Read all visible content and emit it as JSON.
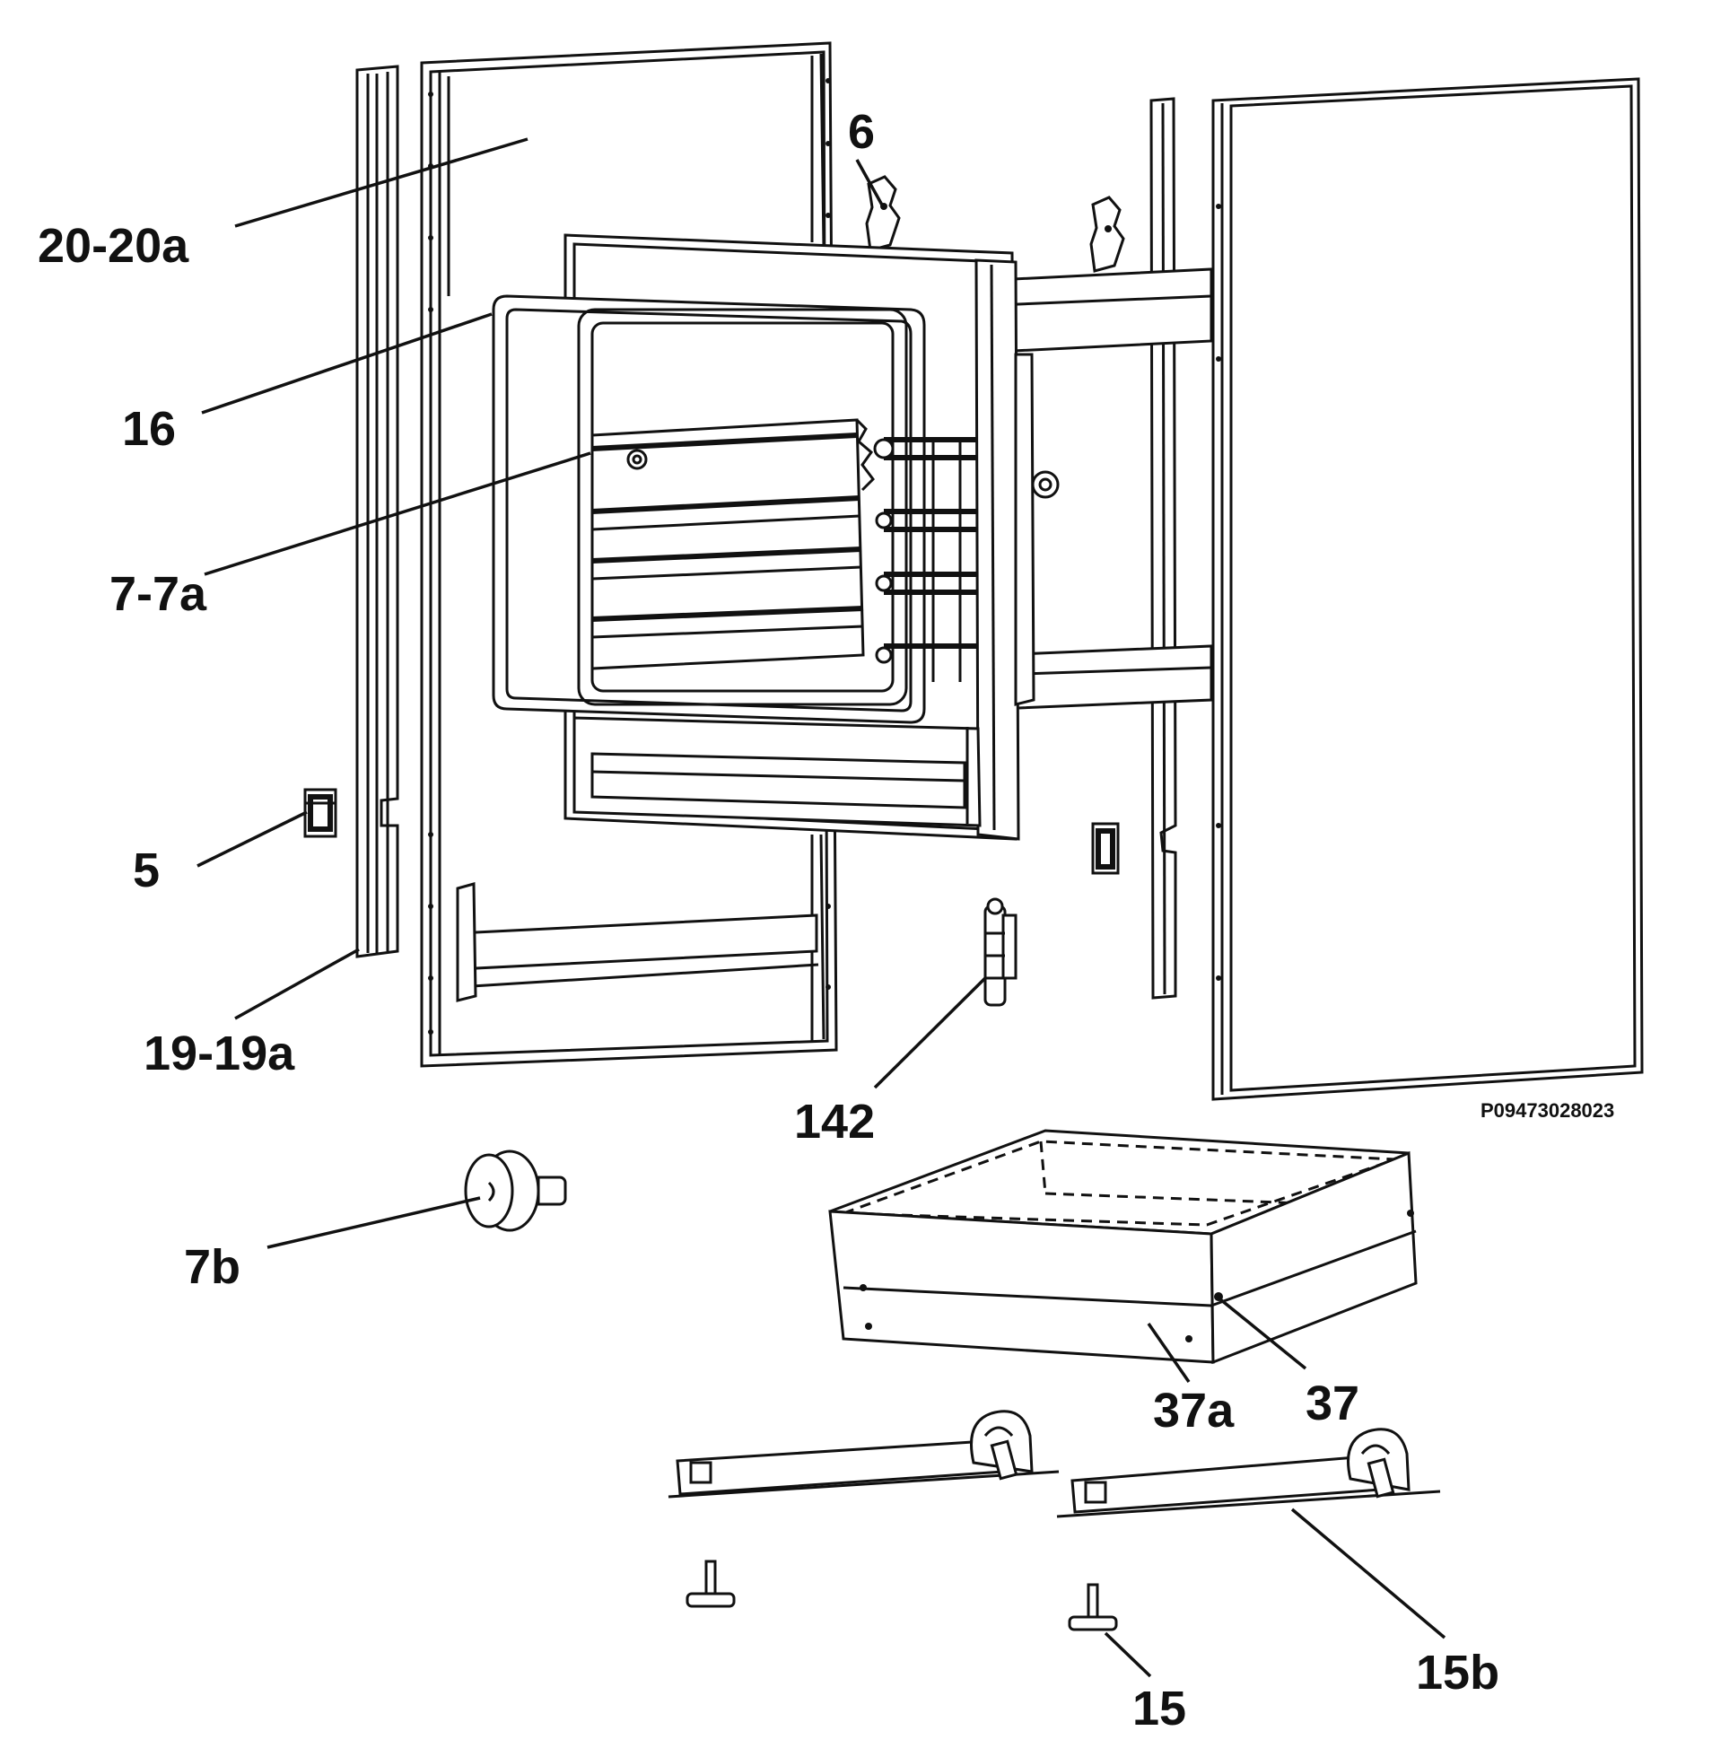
{
  "diagram": {
    "labels": {
      "l_20_20a": "20-20a",
      "l_16": "16",
      "l_7_7a": "7-7a",
      "l_5": "5",
      "l_19_19a": "19-19a",
      "l_6": "6",
      "l_142": "142",
      "l_7b": "7b",
      "l_37a": "37a",
      "l_37": "37",
      "l_15": "15",
      "l_15b": "15b"
    },
    "drawing_code": "P09473028023"
  }
}
